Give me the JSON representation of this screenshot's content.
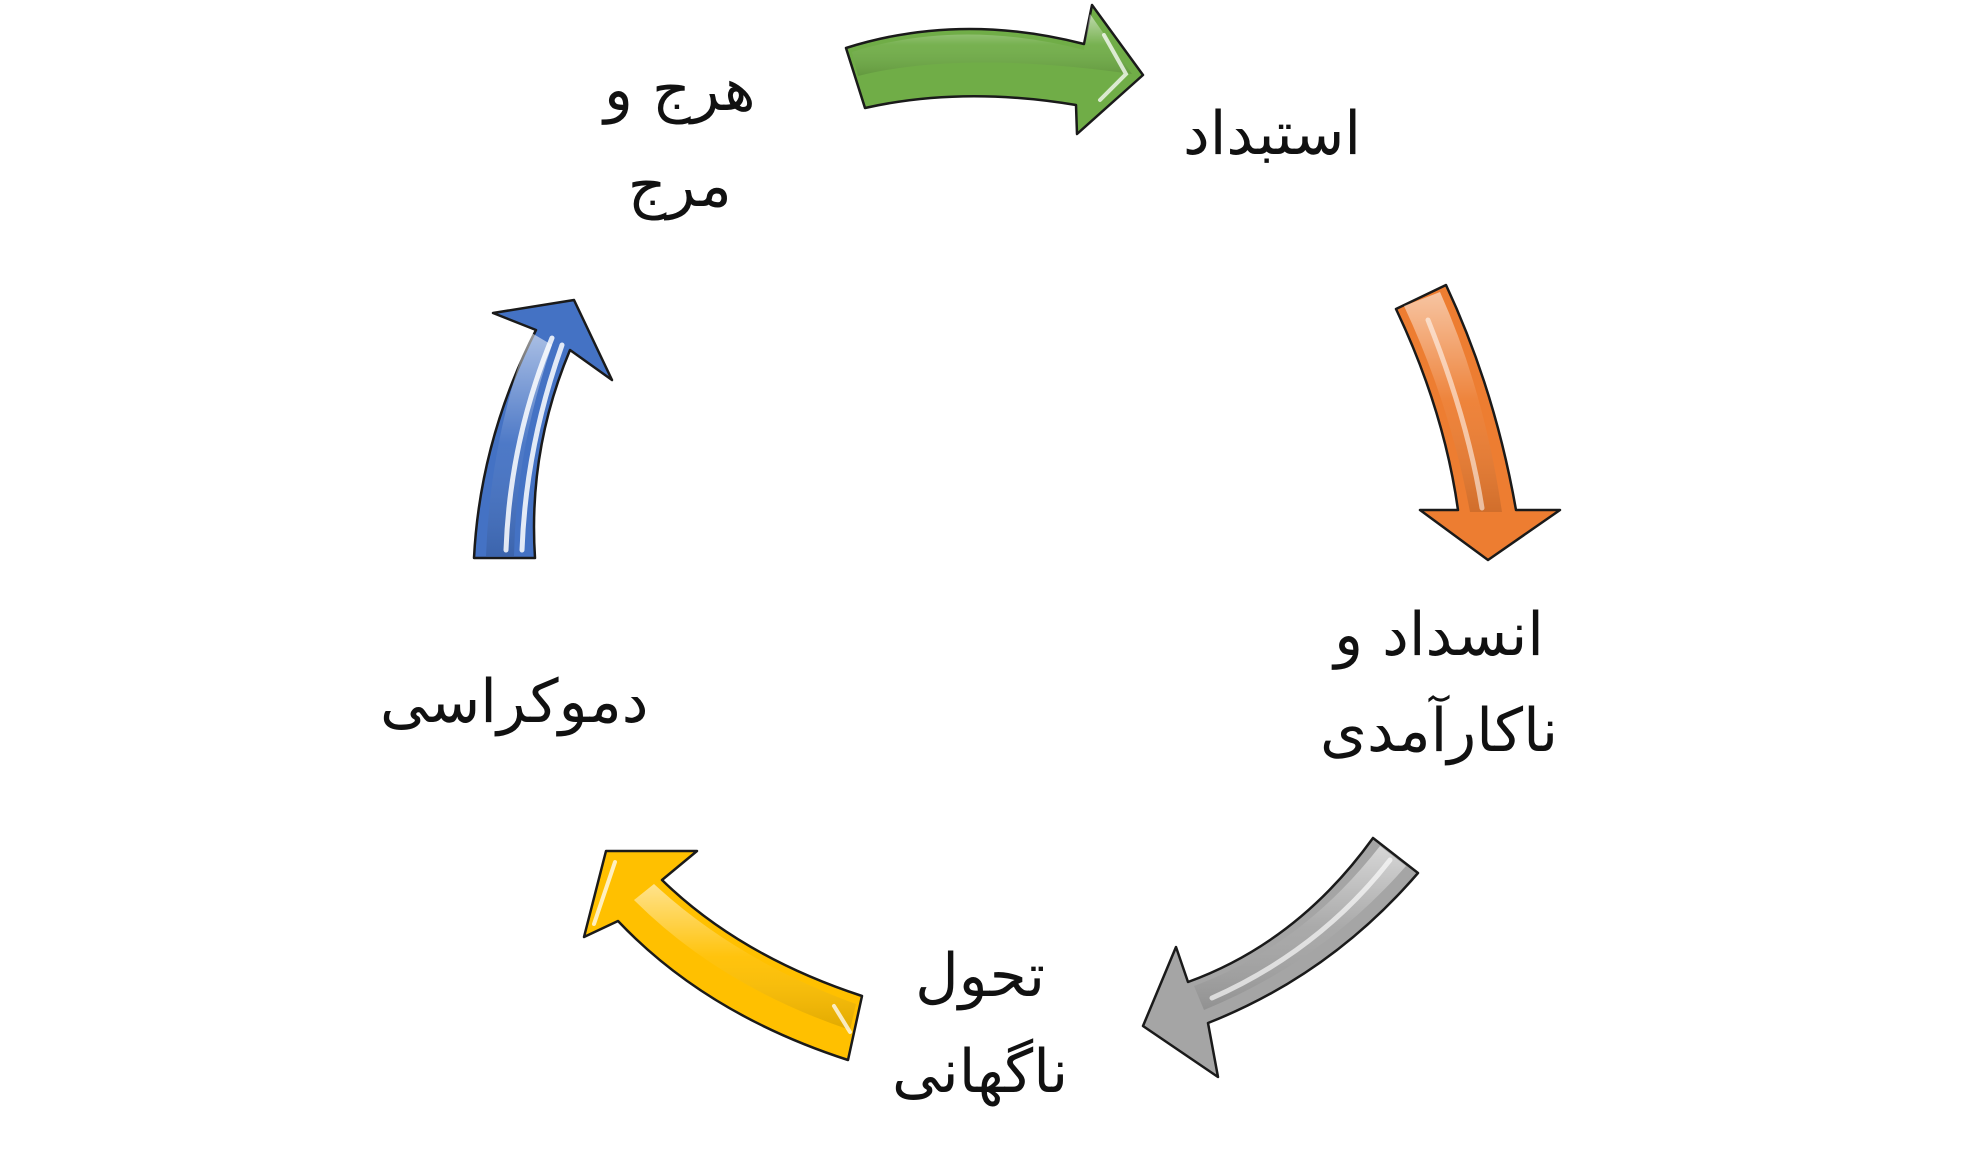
{
  "nodes": {
    "estebdad": {
      "lines": [
        "استبداد"
      ]
    },
    "ensedad": {
      "lines": [
        "انسداد و",
        "ناکارآمدی"
      ]
    },
    "tahavol": {
      "lines": [
        "تحول",
        "ناگهانی"
      ]
    },
    "demokrasi": {
      "lines": [
        "دموکراسی"
      ]
    },
    "harjomarj": {
      "lines": [
        "هرج و",
        "مرج"
      ]
    }
  },
  "arrows": [
    {
      "from": "harjomarj",
      "to": "estebdad",
      "color": "#70AD47",
      "stroke": "#3f6b24"
    },
    {
      "from": "estebdad",
      "to": "ensedad",
      "color": "#ED7D31",
      "stroke": "#9a4a13"
    },
    {
      "from": "ensedad",
      "to": "tahavol",
      "color": "#A5A5A5",
      "stroke": "#5f5f5f"
    },
    {
      "from": "tahavol",
      "to": "demokrasi",
      "color": "#FFC000",
      "stroke": "#a07800"
    },
    {
      "from": "demokrasi",
      "to": "harjomarj",
      "color": "#4472C4",
      "stroke": "#23427a"
    }
  ]
}
